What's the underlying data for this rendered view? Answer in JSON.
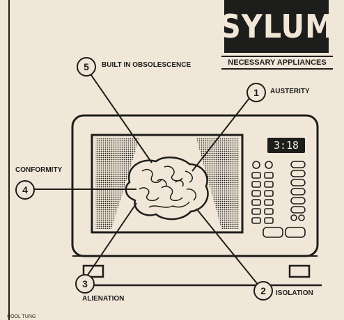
{
  "brand": {
    "logo_text": "ASYLUMS",
    "subtitle": "NECESSARY APPLIANCES"
  },
  "microwave": {
    "display_time": "3:18"
  },
  "callouts": [
    {
      "number": "1",
      "label": "AUSTERITY"
    },
    {
      "number": "2",
      "label": "ISOLATION"
    },
    {
      "number": "3",
      "label": "ALIENATION"
    },
    {
      "number": "4",
      "label": "CONFORMITY"
    },
    {
      "number": "5",
      "label": "BUILT IN OBSOLESCENCE"
    }
  ],
  "footnote": "©OOL TUNG"
}
